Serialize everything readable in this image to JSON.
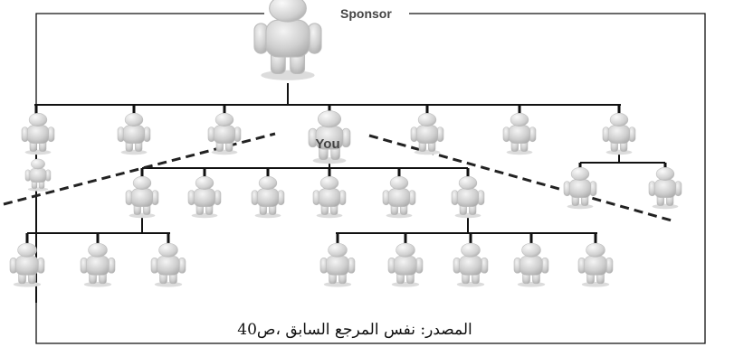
{
  "labels": {
    "sponsor": "Sponsor",
    "you": "You"
  },
  "source_caption": "المصدر: نفس المرجع السابق ،ص40",
  "colors": {
    "figure_light": "#f4f4f4",
    "figure_dark": "#a9a9a9",
    "line": "#111111"
  },
  "icon": "person-figure-icon"
}
